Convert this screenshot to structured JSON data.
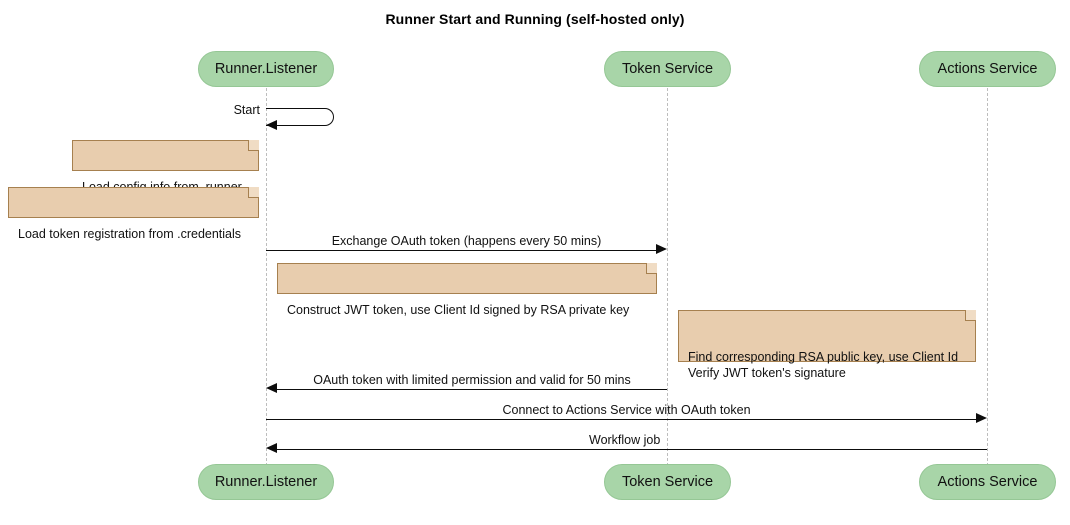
{
  "diagram": {
    "type": "sequence-diagram",
    "title": "Runner Start and Running (self-hosted only)",
    "colors": {
      "participant_fill": "#a8d5a8",
      "participant_border": "#95c795",
      "note_fill": "#e8cdae",
      "note_border": "#a6804f",
      "lifeline": "#bdbdbd",
      "message": "#0d0d0d",
      "background": "#ffffff"
    },
    "participants": [
      {
        "id": "runner",
        "label": "Runner.Listener"
      },
      {
        "id": "token",
        "label": "Token Service"
      },
      {
        "id": "actions",
        "label": "Actions Service"
      }
    ],
    "messages": [
      {
        "id": "start",
        "label": "Start",
        "from": "runner",
        "to": "runner",
        "kind": "self",
        "direction": "self"
      },
      {
        "id": "exchange-oauth",
        "label": "Exchange OAuth token (happens every 50 mins)",
        "from": "runner",
        "to": "token",
        "kind": "sync",
        "direction": "right"
      },
      {
        "id": "oauth-return",
        "label": "OAuth token with limited permission and valid for 50 mins",
        "from": "token",
        "to": "runner",
        "kind": "return",
        "direction": "left"
      },
      {
        "id": "connect-actions",
        "label": "Connect to Actions Service with OAuth token",
        "from": "runner",
        "to": "actions",
        "kind": "sync",
        "direction": "right"
      },
      {
        "id": "workflow-job",
        "label": "Workflow job",
        "from": "actions",
        "to": "runner",
        "kind": "return",
        "direction": "left"
      }
    ],
    "notes": [
      {
        "id": "note-config",
        "text": "Load config info from .runner",
        "over": "runner"
      },
      {
        "id": "note-credentials",
        "text": "Load token registration from .credentials",
        "over": "runner"
      },
      {
        "id": "note-jwt",
        "text": "Construct JWT token, use Client Id signed by RSA private key",
        "over": "runner"
      },
      {
        "id": "note-verify",
        "text": "Find corresponding RSA public key, use Client Id\nVerify JWT token's signature",
        "over": "token"
      }
    ]
  }
}
